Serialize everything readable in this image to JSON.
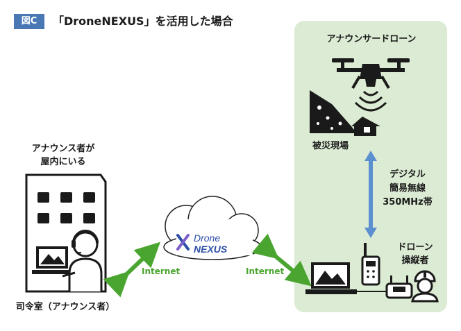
{
  "header": {
    "badge": "図C",
    "title": "「DroneNEXUS」を活用した場合"
  },
  "nodes": {
    "drone_label": "アナウンサードローン",
    "site_label": "被災現場",
    "announcer_top_1": "アナウンス者が",
    "announcer_top_2": "屋内にいる",
    "announcer_bottom": "司令室（アナウンス者）",
    "radio_1": "デジタル",
    "radio_2": "簡易無線",
    "radio_3": "350MHz帯",
    "operator_1": "ドローン",
    "operator_2": "操縦者"
  },
  "cloud": {
    "line1": "Drone",
    "line2": "NEXUS"
  },
  "links": {
    "left": "Internet",
    "right": "Internet"
  },
  "colors": {
    "badge": "#4a78b5",
    "panel": "#dcebd3",
    "internet_arrow": "#4aa530",
    "radio_arrow": "#5b8fd0"
  }
}
